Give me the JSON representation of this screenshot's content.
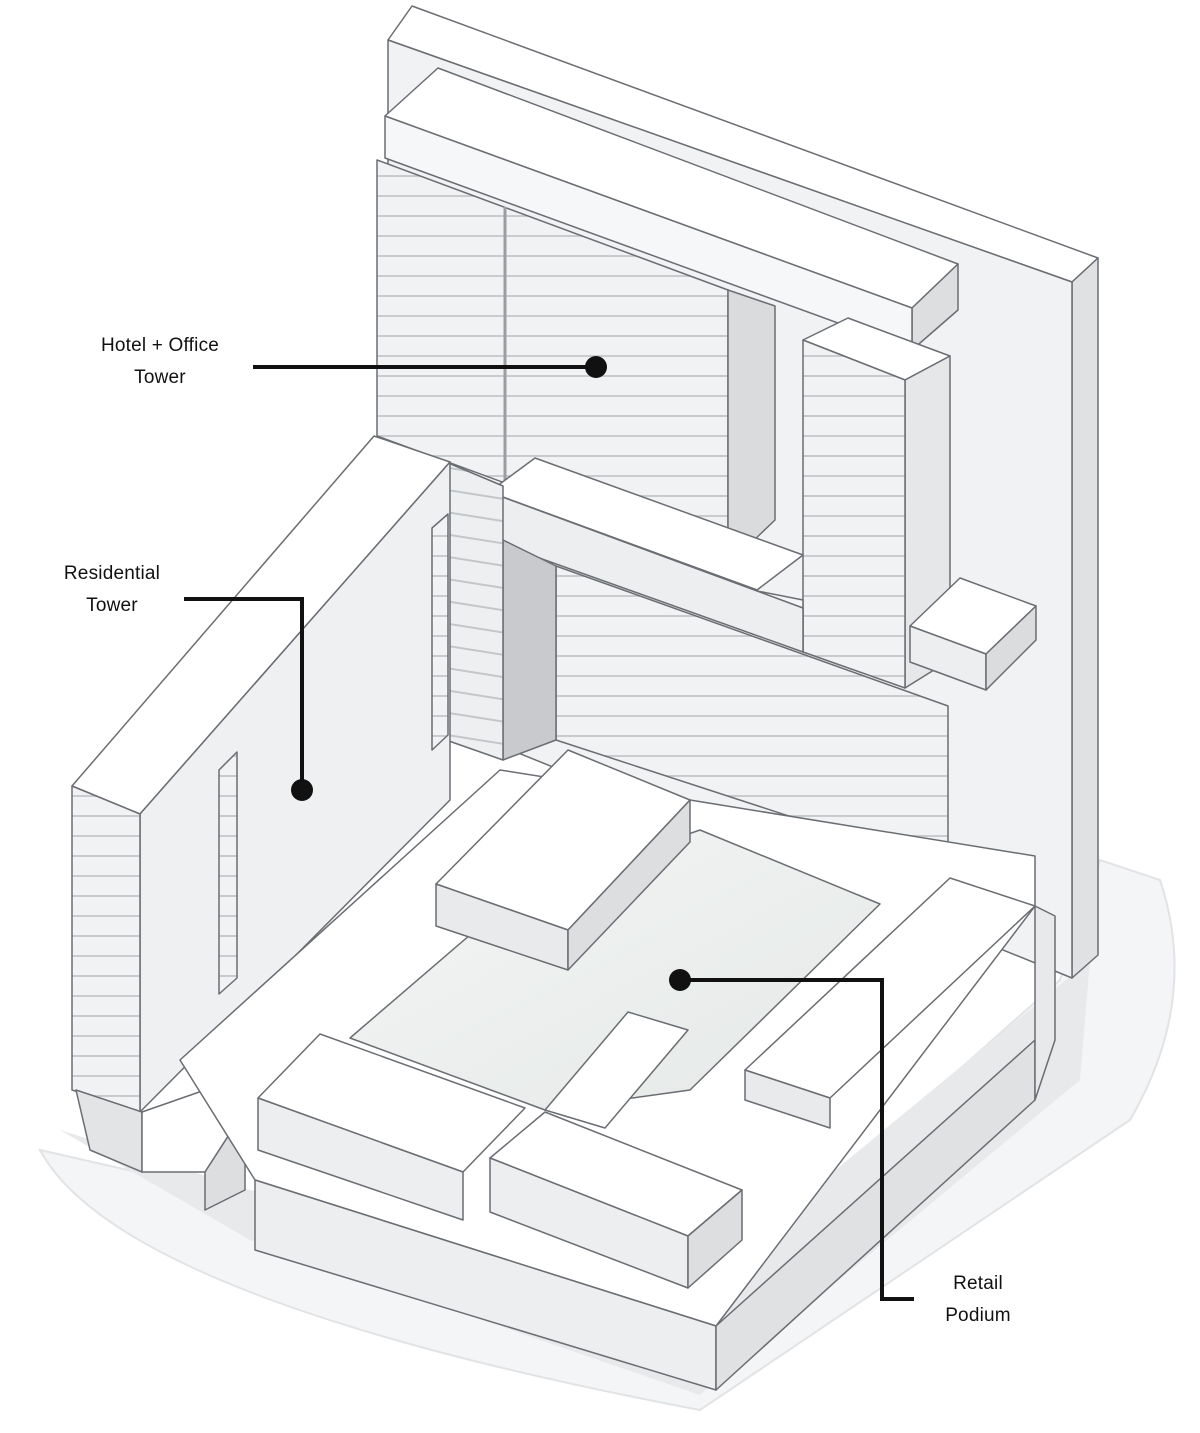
{
  "labels": {
    "hotel_office": {
      "line1": "Hotel + Office",
      "line2": "Tower"
    },
    "residential": {
      "line1": "Residential",
      "line2": "Tower"
    },
    "retail": {
      "line1": "Retail",
      "line2": "Podium"
    }
  },
  "colors": {
    "background": "#ffffff",
    "leader": "#111111",
    "top_face": "#ffffff",
    "left_face": "#e9eaec",
    "right_face": "#f3f4f5",
    "shadow": "#cfd1d4",
    "louver": "#d6d8db",
    "outline": "#6a6d72"
  }
}
